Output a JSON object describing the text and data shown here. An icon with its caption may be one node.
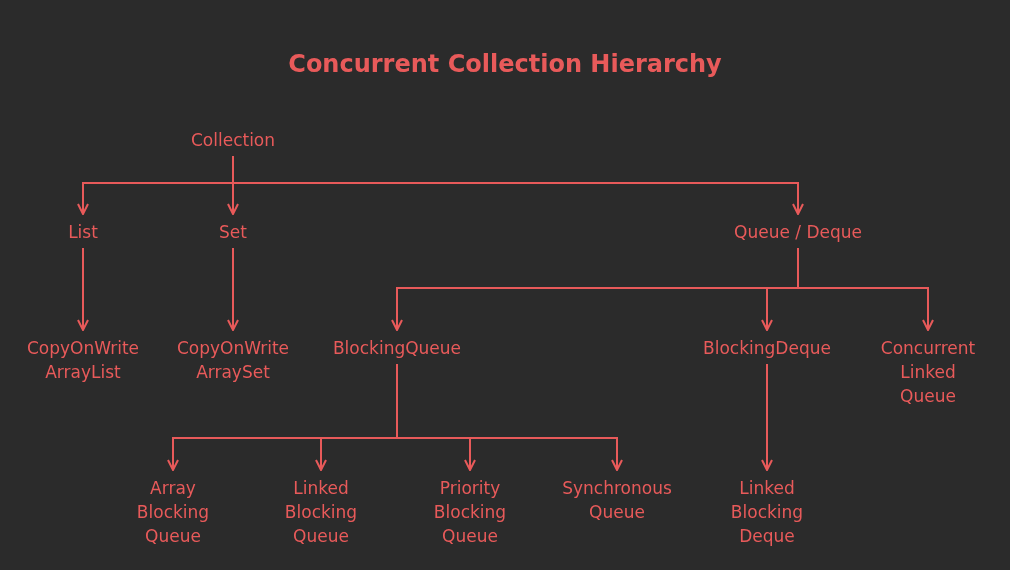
{
  "diagram": {
    "title": "Concurrent Collection Hierarchy",
    "nodes": [
      {
        "text": [
          "Collection"
        ]
      },
      {
        "text": [
          "List"
        ]
      },
      {
        "text": [
          "Set"
        ]
      },
      {
        "text": [
          "Queue / Deque"
        ]
      },
      {
        "text": [
          "CopyOnWrite ArrayList"
        ]
      },
      {
        "text": [
          "CopyOnWrite ArraySet"
        ]
      },
      {
        "text": [
          "BlockingQueue"
        ]
      },
      {
        "text": [
          "BlockingDeque"
        ]
      },
      {
        "text": [
          "Concurrent Linked Queue"
        ]
      },
      {
        "text": [
          "Array Blocking Queue"
        ]
      },
      {
        "text": [
          "Linked Blocking Queue"
        ]
      },
      {
        "text": [
          "Priority Blocking Queue"
        ]
      },
      {
        "text": [
          "Synchronous Queue"
        ]
      },
      {
        "text": [
          "Linked Blocking Deque"
        ]
      }
    ],
    "edges": [
      {
        "from": 0,
        "to": 1,
        "arrow": "to"
      },
      {
        "from": 0,
        "to": 2,
        "arrow": "to"
      },
      {
        "from": 0,
        "to": 3,
        "arrow": "to"
      },
      {
        "from": 1,
        "to": 4,
        "arrow": "to"
      },
      {
        "from": 2,
        "to": 5,
        "arrow": "to"
      },
      {
        "from": 3,
        "to": 6,
        "arrow": "to"
      },
      {
        "from": 3,
        "to": 7,
        "arrow": "to"
      },
      {
        "from": 3,
        "to": 8,
        "arrow": "to"
      },
      {
        "from": 6,
        "to": 9,
        "arrow": "to"
      },
      {
        "from": 6,
        "to": 10,
        "arrow": "to"
      },
      {
        "from": 6,
        "to": 11,
        "arrow": "to"
      },
      {
        "from": 6,
        "to": 12,
        "arrow": "to"
      },
      {
        "from": 7,
        "to": 13,
        "arrow": "to"
      }
    ]
  }
}
